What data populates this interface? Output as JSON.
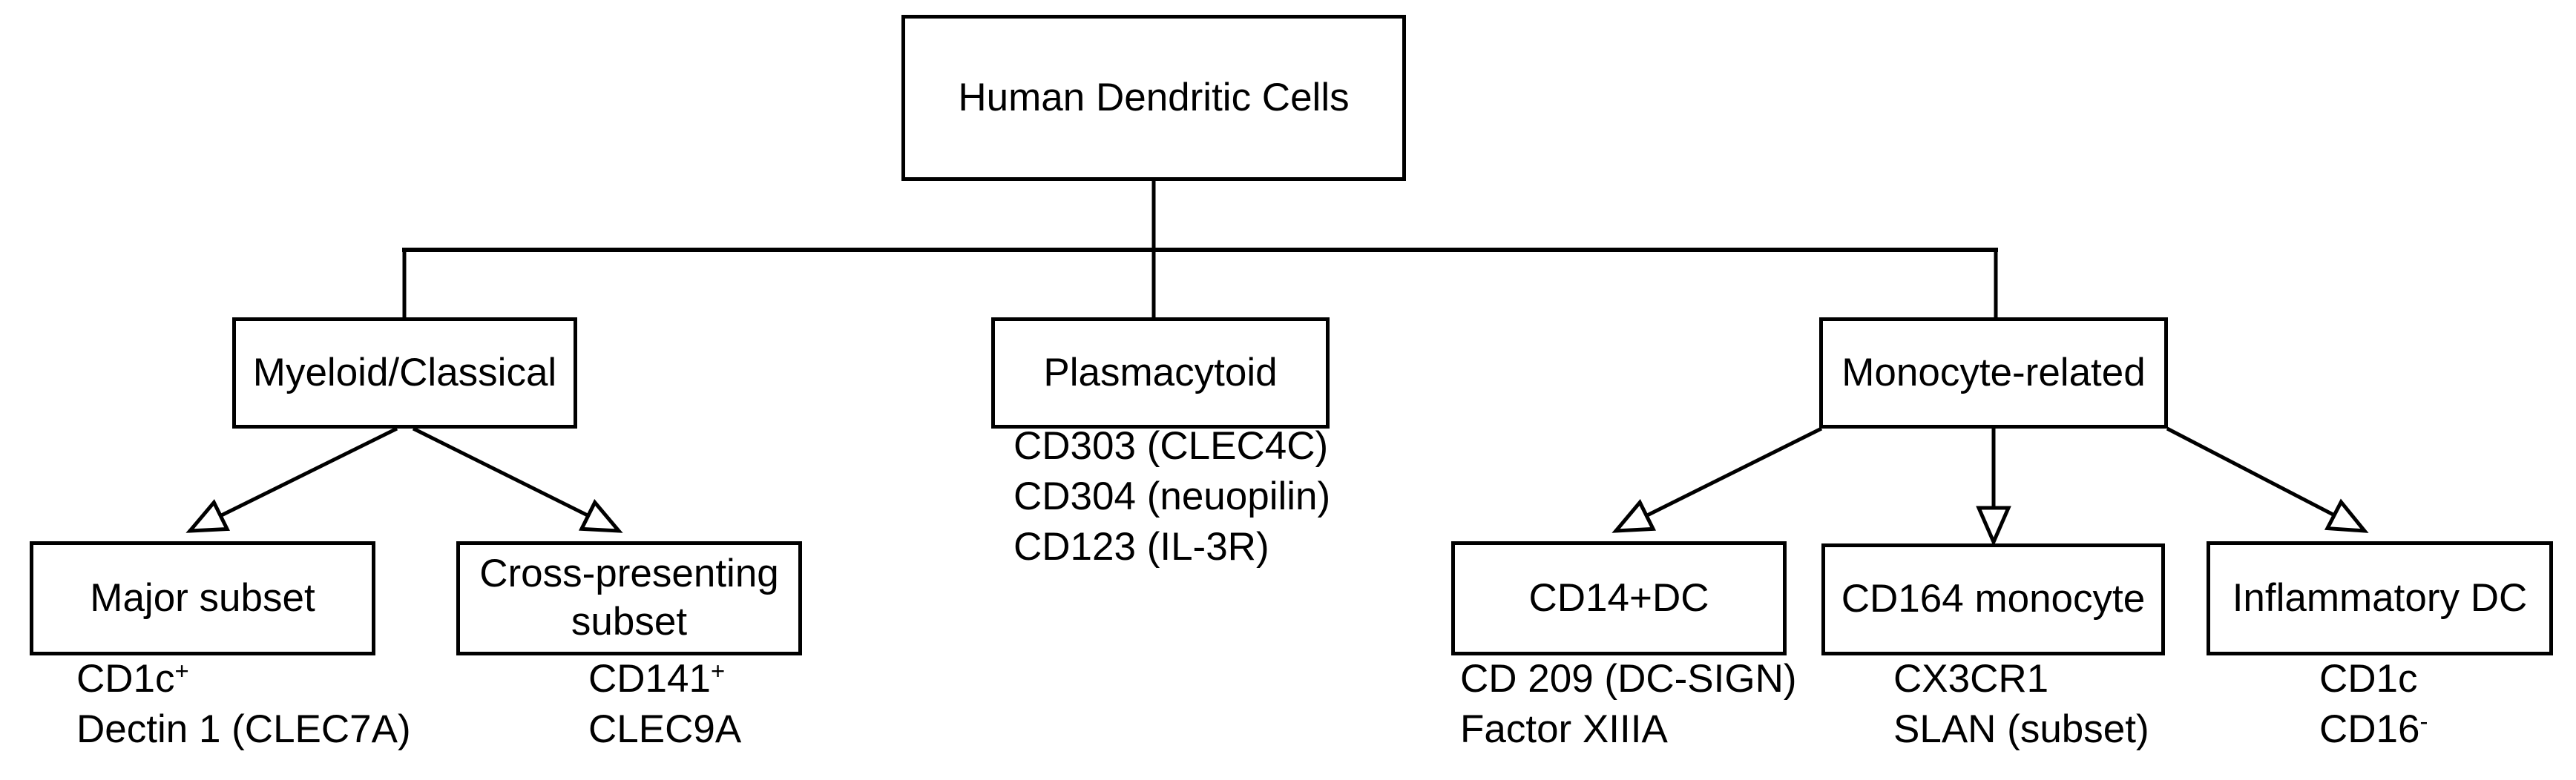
{
  "diagram": {
    "root": {
      "label": "Human Dendritic Cells"
    },
    "branches": {
      "myeloid": {
        "label": "Myeloid/Classical"
      },
      "plasmacytoid": {
        "label": "Plasmacytoid",
        "markers": [
          {
            "text": "CD303 (CLEC4C)",
            "sup": ""
          },
          {
            "text": "CD304 (neuopilin)",
            "sup": ""
          },
          {
            "text": "CD123 (IL-3R)",
            "sup": ""
          }
        ]
      },
      "monocyte": {
        "label": "Monocyte-related"
      }
    },
    "subsets": {
      "major": {
        "label": "Major subset",
        "markers": [
          {
            "text": "CD1c",
            "sup": "+"
          },
          {
            "text": "Dectin 1 (CLEC7A)",
            "sup": ""
          }
        ]
      },
      "cross_presenting": {
        "label": "Cross-presenting subset",
        "markers": [
          {
            "text": "CD141",
            "sup": "+"
          },
          {
            "text": "CLEC9A",
            "sup": ""
          }
        ]
      },
      "cd14_dc": {
        "label": "CD14+DC",
        "markers": [
          {
            "text": "CD 209 (DC-SIGN)",
            "sup": ""
          },
          {
            "text": "Factor XIIIA",
            "sup": ""
          }
        ]
      },
      "cd164_monocyte": {
        "label": "CD164 monocyte",
        "markers": [
          {
            "text": "CX3CR1",
            "sup": ""
          },
          {
            "text": "SLAN (subset)",
            "sup": ""
          }
        ]
      },
      "inflammatory_dc": {
        "label": "Inflammatory DC",
        "markers": [
          {
            "text": "CD1c",
            "sup": ""
          },
          {
            "text": "CD16",
            "sup": "-"
          }
        ]
      }
    },
    "line_color": "#000000",
    "background_color": "#ffffff"
  }
}
